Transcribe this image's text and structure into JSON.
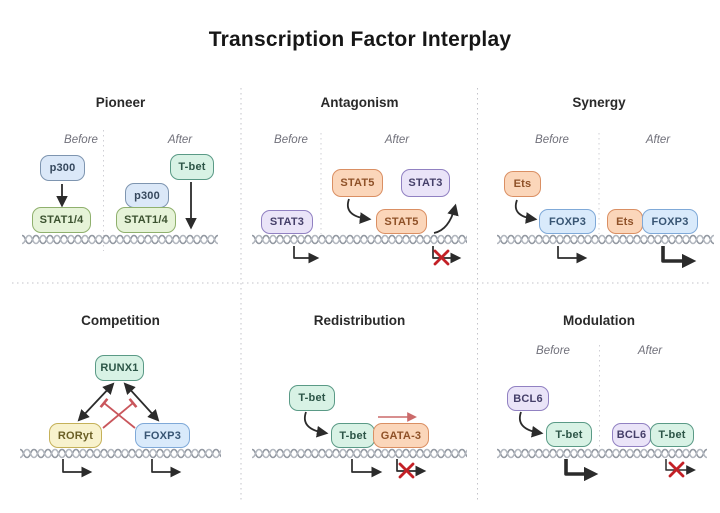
{
  "title": "Transcription Factor Interplay",
  "colors": {
    "box_blue_fill": "#dbe8f8",
    "box_blue_border": "#7e95b0",
    "box_green_fill": "#e6f3d8",
    "box_green_border": "#8fb06d",
    "box_teal_fill": "#d8f2e5",
    "box_teal_border": "#5a9a86",
    "box_orange_fill": "#fbd6ba",
    "box_orange_border": "#da8f63",
    "box_purple_fill": "#eae4f8",
    "box_purple_border": "#9181c2",
    "box_sky_fill": "#d9eafb",
    "box_sky_border": "#7fa9d8",
    "box_yellow_fill": "#f8f2cd",
    "box_yellow_border": "#c5b159",
    "arrow_black": "#2b2b2b",
    "blocked_x_red": "#c32026",
    "inhibition_red": "#c9565c",
    "redistribution_arrow_red": "#cb6a6a",
    "dna_gray": "#9298a1",
    "divider_gray": "#c3c3c9"
  },
  "panels": {
    "pioneer": {
      "title": "Pioneer",
      "before": "Before",
      "after": "After",
      "labels": {
        "p300": "p300",
        "stat14": "STAT1/4",
        "tbet": "T-bet"
      }
    },
    "antagonism": {
      "title": "Antagonism",
      "before": "Before",
      "after": "After",
      "labels": {
        "stat3": "STAT3",
        "stat5": "STAT5"
      }
    },
    "synergy": {
      "title": "Synergy",
      "before": "Before",
      "after": "After",
      "labels": {
        "ets": "Ets",
        "foxp3": "FOXP3"
      }
    },
    "competition": {
      "title": "Competition",
      "labels": {
        "runx1": "RUNX1",
        "roryt": "RORyt",
        "foxp3": "FOXP3"
      }
    },
    "redistribution": {
      "title": "Redistribution",
      "labels": {
        "tbet": "T-bet",
        "gata3": "GATA-3"
      }
    },
    "modulation": {
      "title": "Modulation",
      "before": "Before",
      "after": "After",
      "labels": {
        "bcl6": "BCL6",
        "tbet": "T-bet"
      }
    }
  }
}
